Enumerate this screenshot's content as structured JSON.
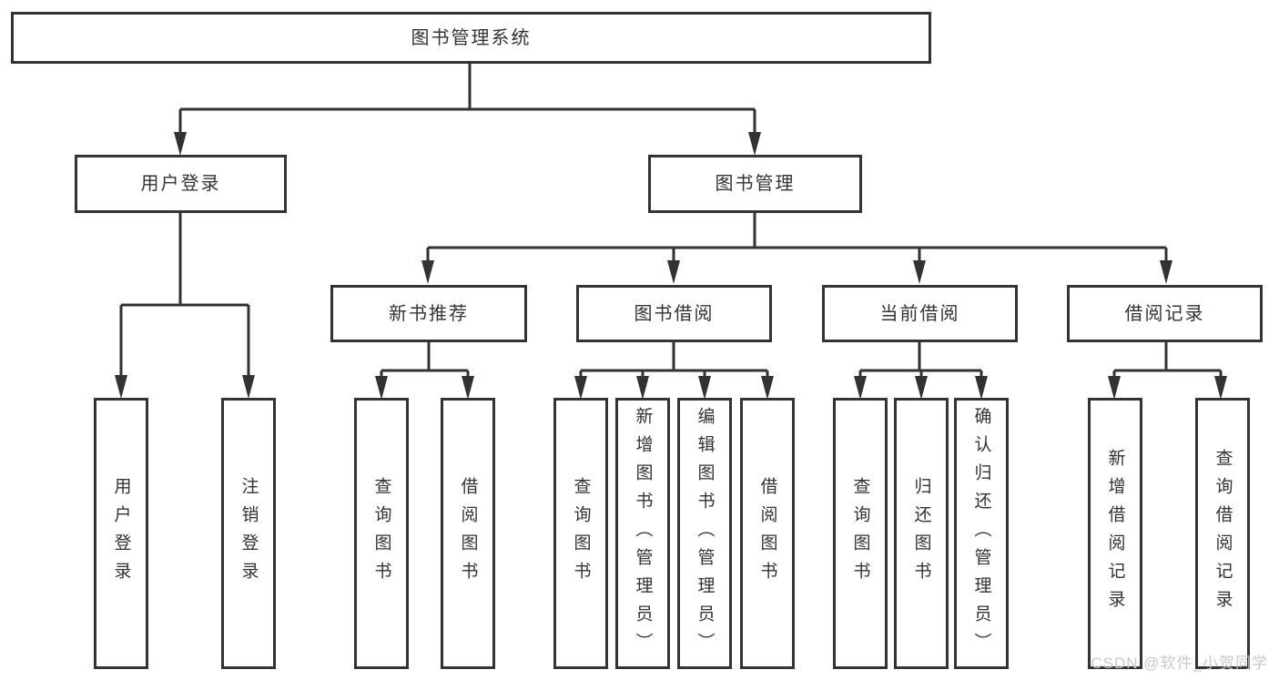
{
  "root": {
    "label": "图书管理系统"
  },
  "branches": [
    {
      "label": "用户登录",
      "children": [
        {
          "label": "用户登录"
        },
        {
          "label": "注销登录"
        }
      ]
    },
    {
      "label": "图书管理",
      "children": [
        {
          "label": "新书推荐",
          "children": [
            {
              "label": "查询图书"
            },
            {
              "label": "借阅图书"
            }
          ]
        },
        {
          "label": "图书借阅",
          "children": [
            {
              "label": "查询图书"
            },
            {
              "label": "新增图书（管理员）"
            },
            {
              "label": "编辑图书（管理员）"
            },
            {
              "label": "借阅图书"
            }
          ]
        },
        {
          "label": "当前借阅",
          "children": [
            {
              "label": "查询图书"
            },
            {
              "label": "归还图书"
            },
            {
              "label": "确认归还（管理员）"
            }
          ]
        },
        {
          "label": "借阅记录",
          "children": [
            {
              "label": "新增借阅记录"
            },
            {
              "label": "查询借阅记录"
            }
          ]
        }
      ]
    }
  ],
  "watermark": {
    "text": "CSDN @软件_小贺同学"
  },
  "colors": {
    "line": "#323232",
    "text": "#333333",
    "background": "#ffffff",
    "watermark": "#c8c8c8"
  }
}
